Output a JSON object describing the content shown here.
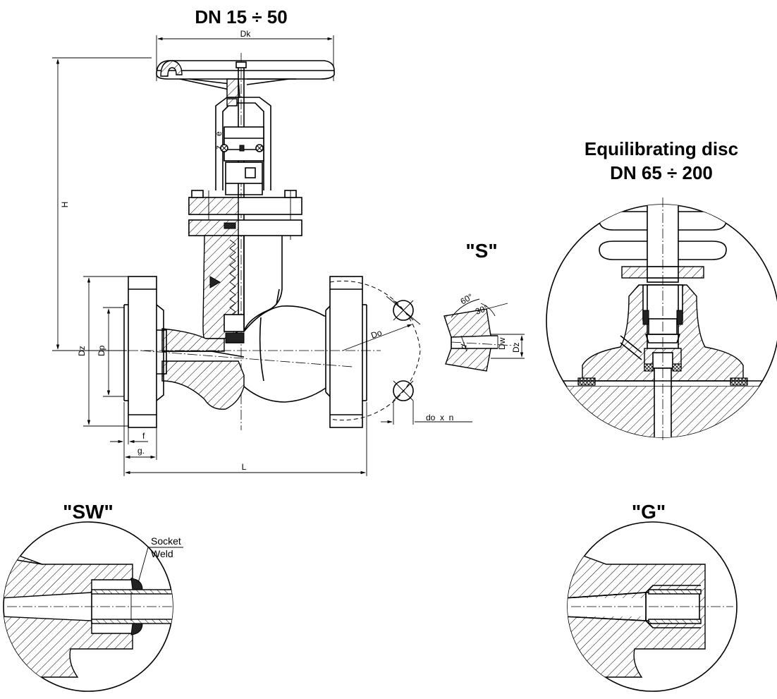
{
  "titles": {
    "main": "DN 15 ÷ 50",
    "disc_line1": "Equilibrating disc",
    "disc_line2": "DN 65 ÷ 200",
    "detail_s": "\"S\"",
    "detail_sw": "\"SW\"",
    "detail_g": "\"G\""
  },
  "dimensions": {
    "dk": "Dk",
    "h": "H",
    "dz": "Dz",
    "dp": "Dp",
    "do": "Do",
    "f": "f",
    "g": "g.",
    "l": "L",
    "do_x_n": "do  x  n",
    "angle_60": "60°",
    "angle_30": "30°",
    "d": "d",
    "dw": "Dw",
    "dz_s": "Dz",
    "bonnet_e": "e",
    "bonnet_z": "z"
  },
  "labels": {
    "socket_line1": "Socket",
    "socket_line2": "Weld"
  }
}
